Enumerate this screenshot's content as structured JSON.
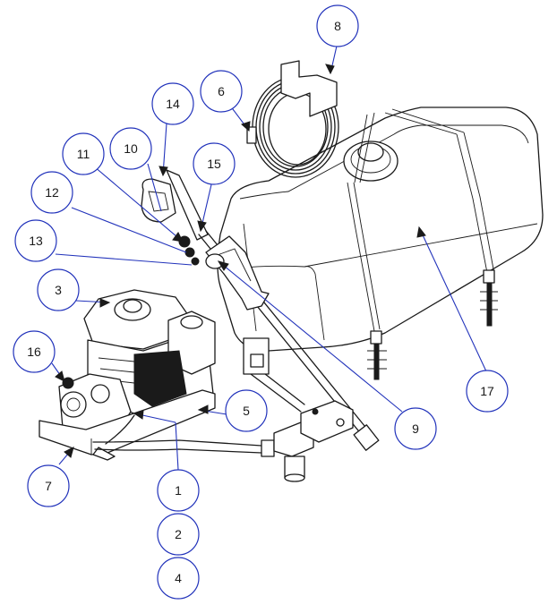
{
  "callouts": [
    {
      "label": "1"
    },
    {
      "label": "2"
    },
    {
      "label": "3"
    },
    {
      "label": "4"
    },
    {
      "label": "5"
    },
    {
      "label": "6"
    },
    {
      "label": "7"
    },
    {
      "label": "8"
    },
    {
      "label": "9"
    },
    {
      "label": "10"
    },
    {
      "label": "11"
    },
    {
      "label": "12"
    },
    {
      "label": "13"
    },
    {
      "label": "14"
    },
    {
      "label": "15"
    },
    {
      "label": "16"
    },
    {
      "label": "17"
    }
  ],
  "colors": {
    "callout_stroke": "#2233bb",
    "line_art": "#1a1a1a",
    "background": "#ffffff"
  }
}
